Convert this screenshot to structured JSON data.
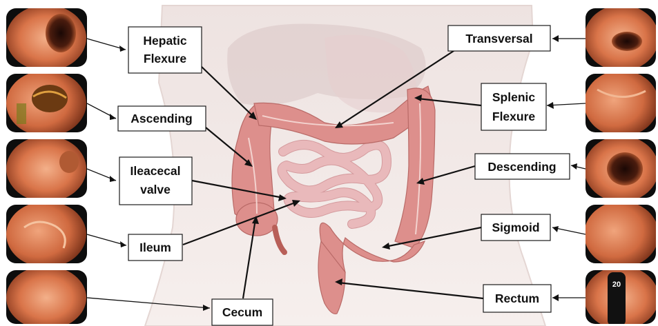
{
  "labels": {
    "hepatic": [
      "Hepatic",
      "Flexure"
    ],
    "ascending": [
      "Ascending"
    ],
    "ileocecal": [
      "Ileacecal",
      "valve"
    ],
    "ileum": [
      "Ileum"
    ],
    "cecum": [
      "Cecum"
    ],
    "transversal": [
      "Transversal"
    ],
    "splenic": [
      "Splenic",
      "Flexure"
    ],
    "descending": [
      "Descending"
    ],
    "sigmoid": [
      "Sigmoid"
    ],
    "rectum": [
      "Rectum"
    ]
  },
  "thumbnail_overlay_text": "20",
  "colors": {
    "skin": "#f4e9e6",
    "liver": "#d9c4c4",
    "colon": "#dd8f8c",
    "colon_dark": "#b96a67",
    "small_intestine": "#e9b9bb",
    "mucosa": "#d4714a",
    "lumen": "#3a160c"
  }
}
